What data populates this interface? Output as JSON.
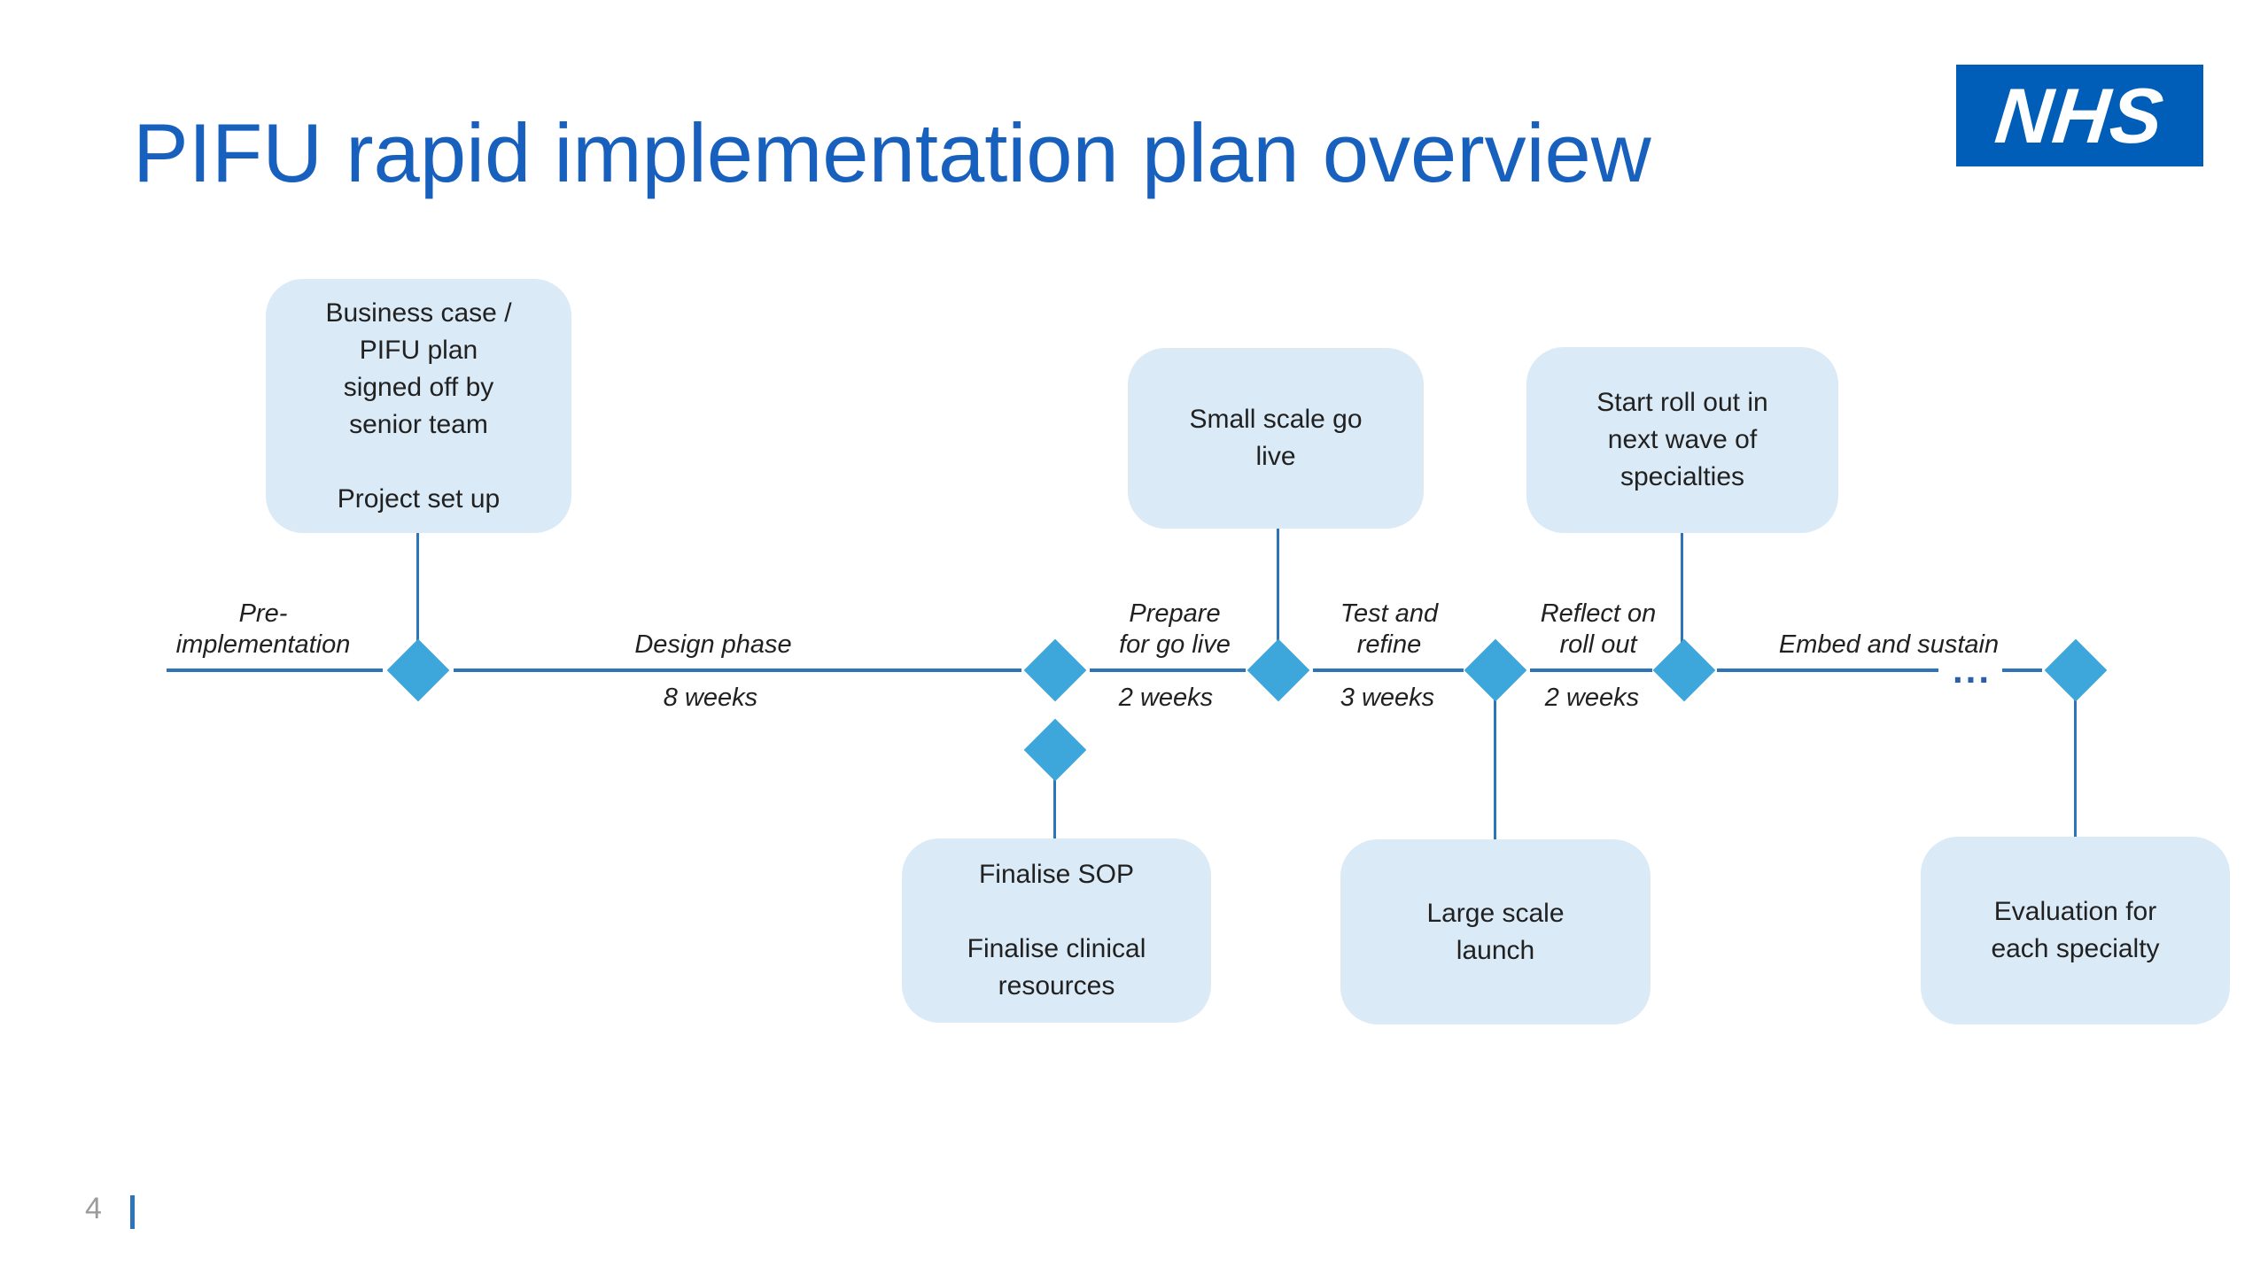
{
  "slide": {
    "title": "PIFU rapid implementation plan overview",
    "logo_text": "NHS",
    "page_number": "4"
  },
  "timeline": {
    "phases": {
      "pre_implementation": {
        "label": "Pre-\nimplementation",
        "duration": ""
      },
      "design": {
        "label": "Design phase",
        "duration": "8 weeks"
      },
      "prepare": {
        "label": "Prepare\nfor go live",
        "duration": "2 weeks"
      },
      "test": {
        "label": "Test and\nrefine",
        "duration": "3 weeks"
      },
      "reflect": {
        "label": "Reflect on\nroll out",
        "duration": "2 weeks"
      },
      "embed": {
        "label": "Embed and sustain",
        "duration": ""
      }
    },
    "ellipsis": "..."
  },
  "callouts": {
    "business_case": "Business case /\nPIFU plan\nsigned off by\nsenior team\n\nProject set up",
    "small_scale": "Small scale go\nlive",
    "start_roll_out": "Start roll out in\nnext wave of\nspecialties",
    "finalise_sop": "Finalise SOP\n\nFinalise clinical\nresources",
    "large_scale": "Large scale\nlaunch",
    "evaluation": "Evaluation for\neach specialty"
  },
  "colors": {
    "title_blue": "#1760bd",
    "nhs_blue": "#005eb8",
    "line_blue": "#2e74b8",
    "diamond_blue": "#3da6db",
    "box_fill": "#daeaf6",
    "text_dark": "#212121",
    "dots_blue": "#2b5fa9",
    "page_gray": "#9b9b9b"
  }
}
